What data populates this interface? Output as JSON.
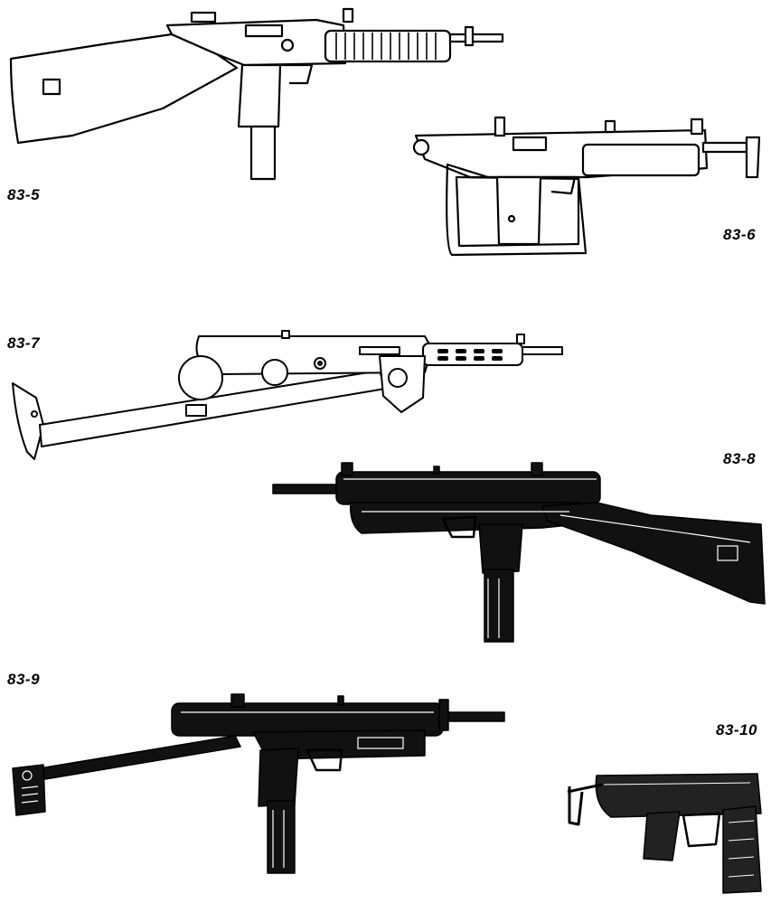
{
  "figures": [
    {
      "id": "f1",
      "label": "83-5"
    },
    {
      "id": "f2",
      "label": "83-6"
    },
    {
      "id": "f3",
      "label": "83-7"
    },
    {
      "id": "f4",
      "label": "83-8"
    },
    {
      "id": "f5",
      "label": "83-9"
    },
    {
      "id": "f6",
      "label": "83-10"
    }
  ],
  "colors": {
    "ink": "#000000",
    "paper": "#ffffff"
  }
}
